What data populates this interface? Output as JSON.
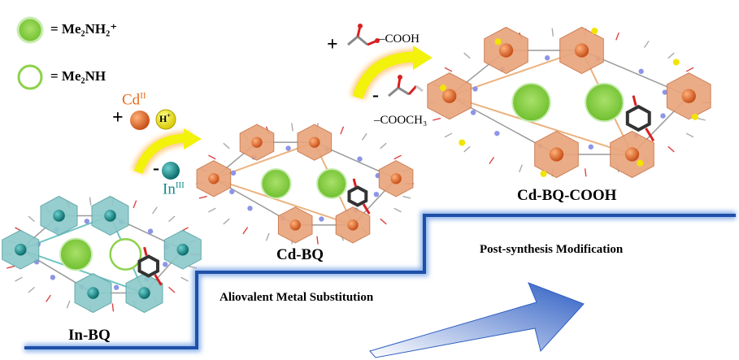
{
  "legend": {
    "filled_circle": "= Me₂NH₂⁺",
    "open_circle": "= Me₂NH"
  },
  "labels": {
    "in_bq": "In-BQ",
    "cd_bq": "Cd-BQ",
    "cd_bq_cooh": "Cd-BQ-COOH",
    "step1": "Aliovalent Metal Substitution",
    "step2": "Post-synthesis Modification",
    "cd_ion": "Cd",
    "cd_sup": "II",
    "in_ion": "In",
    "in_sup": "III",
    "proton": "H",
    "proton_sup": "+",
    "plus": "+",
    "minus": "-",
    "cooh": "–COOH",
    "cooch3": "–COOCH₃"
  },
  "colors": {
    "cation_green": "#8dd24a",
    "cd_orange": "#e8783a",
    "cd_poly": "#e8a178",
    "in_teal": "#7fc5c8",
    "in_ball": "#2a9d9d",
    "proton_yellow": "#f0e010",
    "step_blue": "#1e4fa8",
    "arrow_yellow": "#f2f20a"
  }
}
